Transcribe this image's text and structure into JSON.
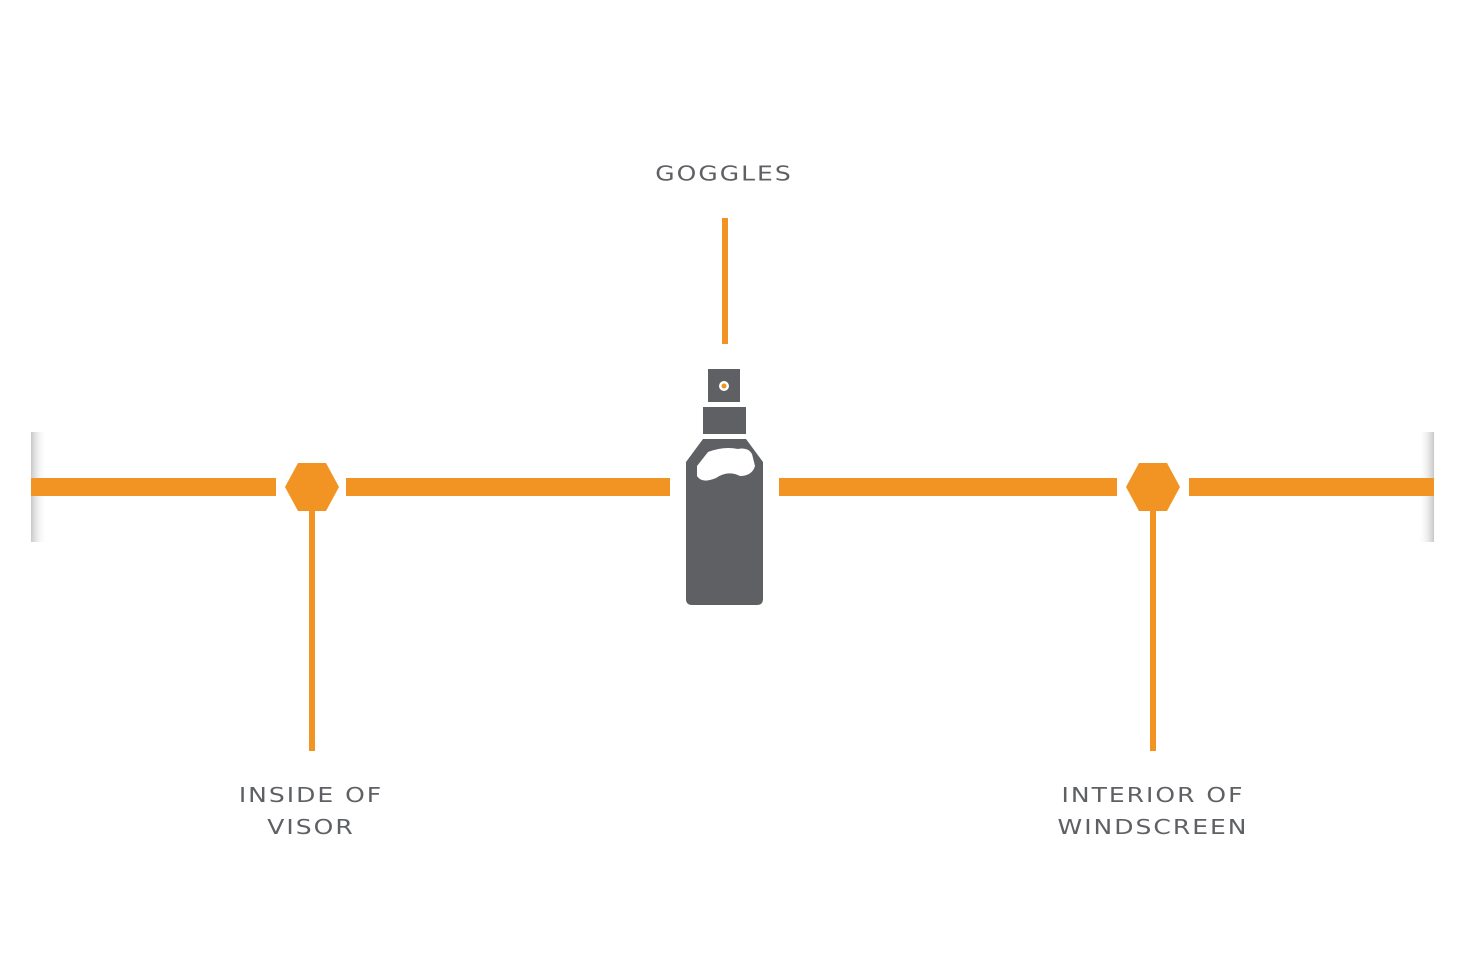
{
  "colors": {
    "accent": "#F29423",
    "icon_gray": "#5E6064",
    "label_gray": "#5E6064",
    "background": "#FFFFFF"
  },
  "center_icon": "spray-bottle-icon",
  "node_icon": "hexagon-node-icon",
  "labels": {
    "top": "GOGGLES",
    "left_line1": "INSIDE OF",
    "left_line2": "VISOR",
    "right_line1": "INTERIOR OF",
    "right_line2": "WINDSCREEN"
  }
}
